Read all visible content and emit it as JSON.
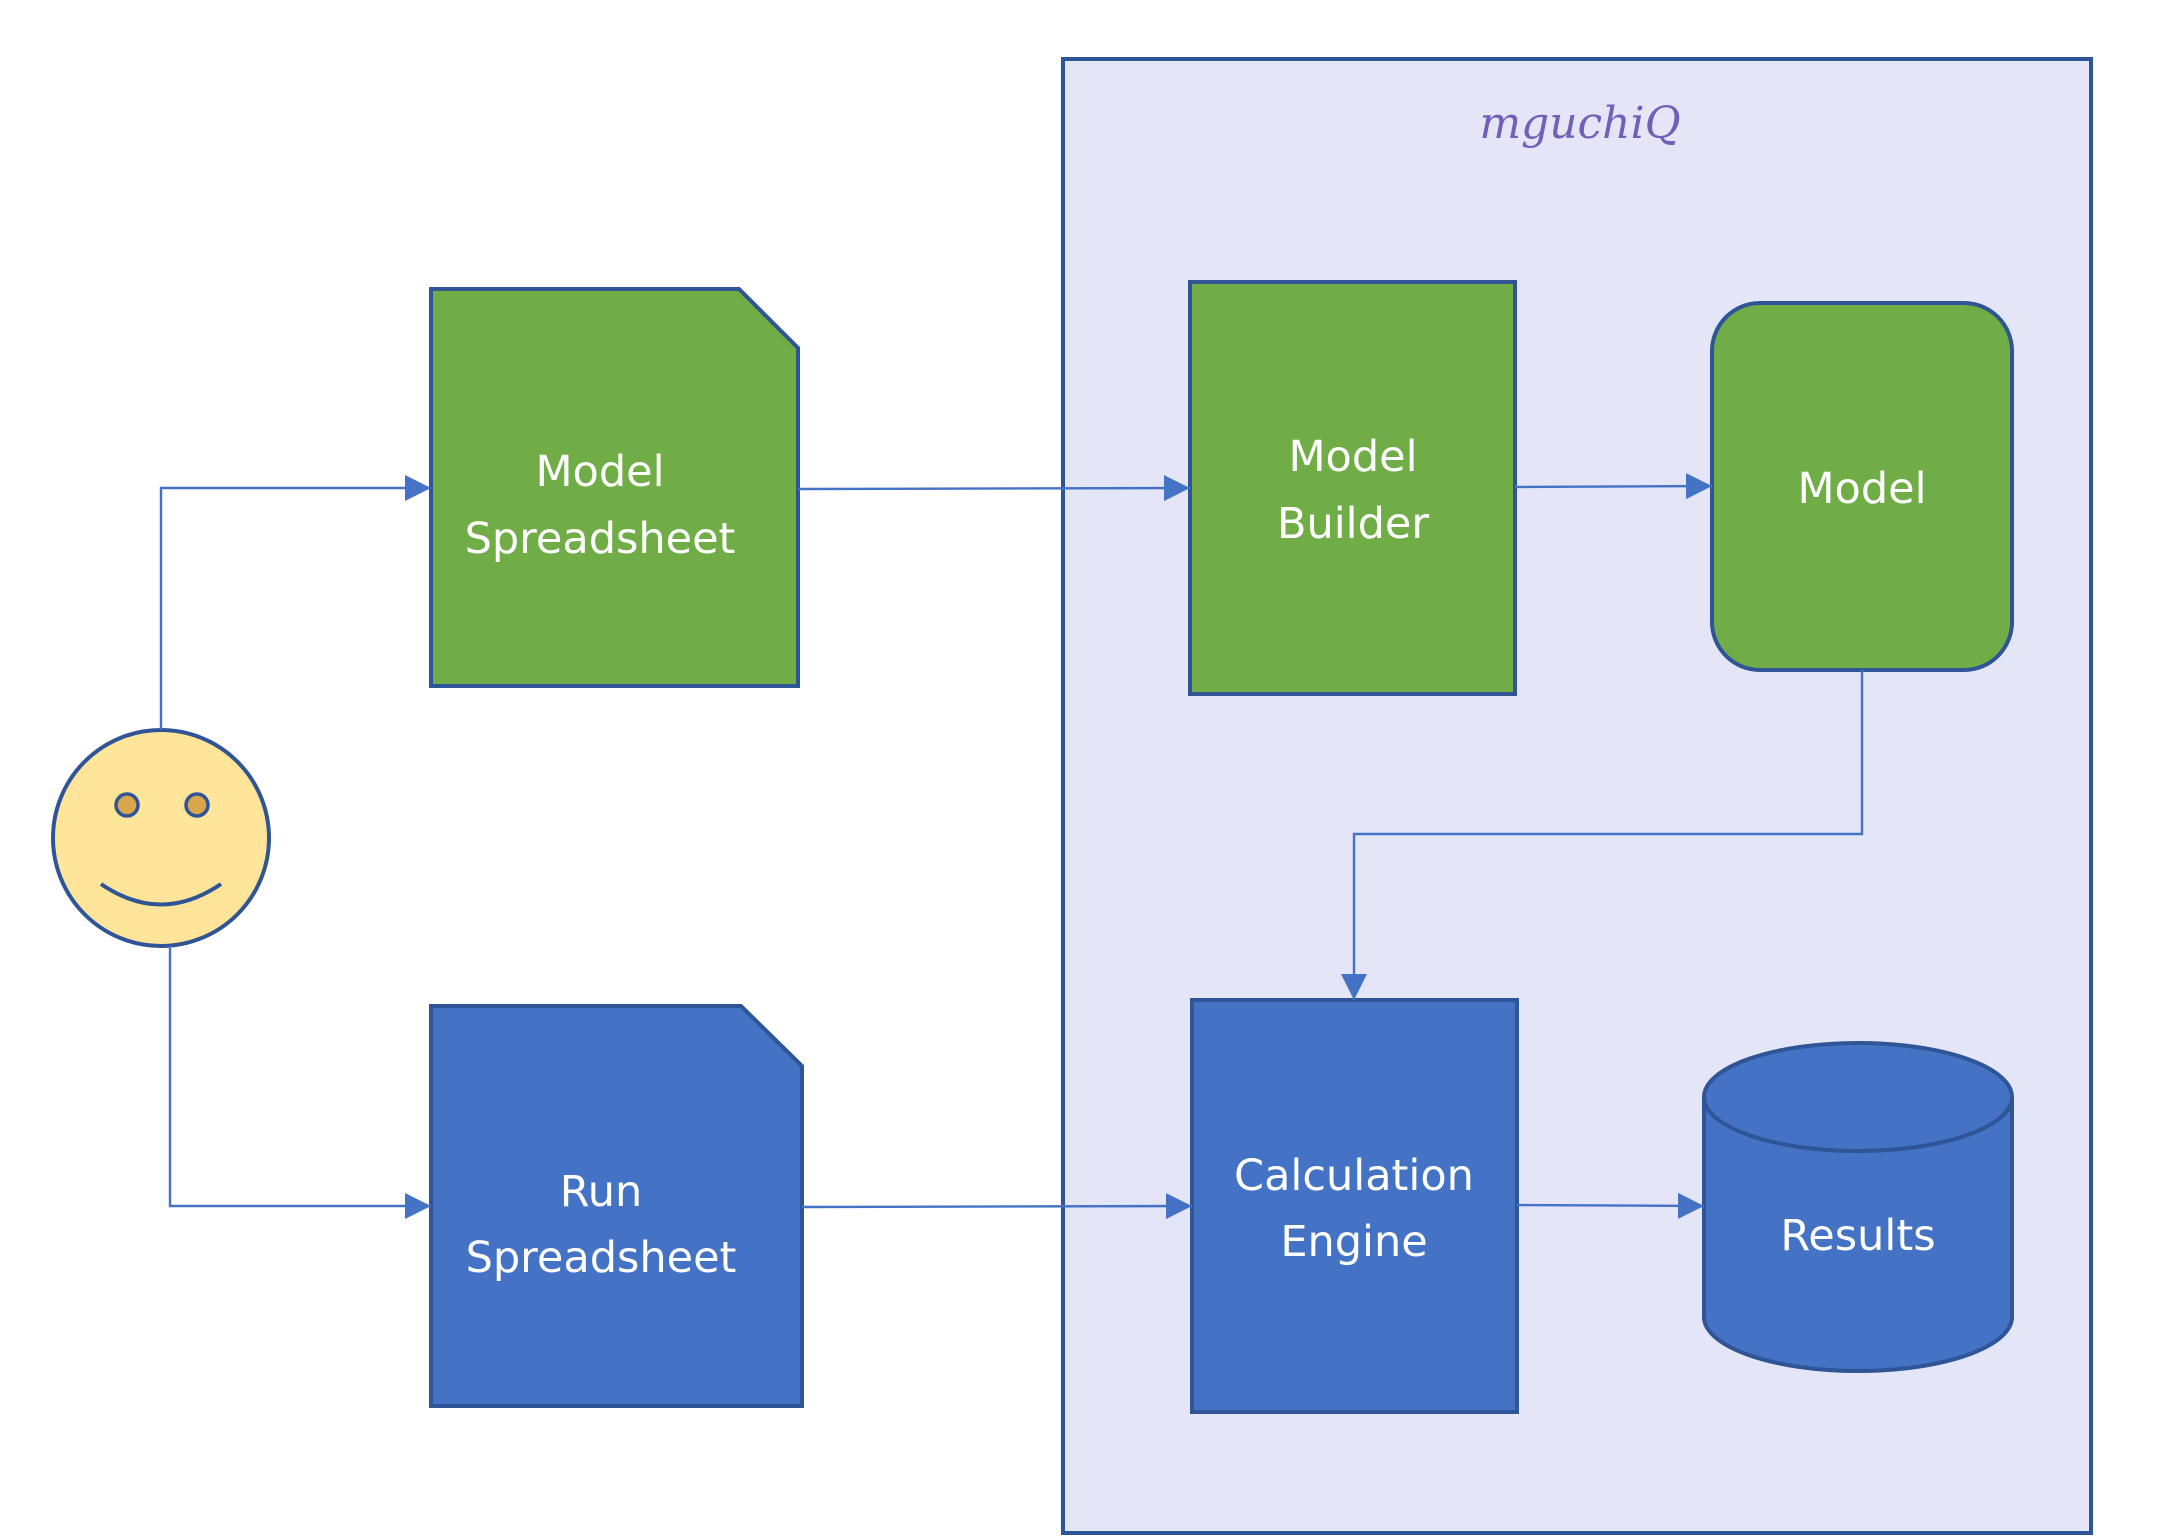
{
  "container": {
    "title": "mguchiQ",
    "fill": "#e4e6f8",
    "stroke": "#2f5597"
  },
  "nodes": {
    "model_spreadsheet": {
      "line1": "Model",
      "line2": "Spreadsheet"
    },
    "run_spreadsheet": {
      "line1": "Run",
      "line2": "Spreadsheet"
    },
    "model_builder": {
      "line1": "Model",
      "line2": "Builder"
    },
    "model": {
      "label": "Model"
    },
    "calculation_engine": {
      "line1": "Calculation",
      "line2": "Engine"
    },
    "results": {
      "label": "Results"
    }
  },
  "user": {
    "icon": "smiley-face-icon",
    "fill": "#ffe599"
  },
  "colors": {
    "green": "#70ad47",
    "blue": "#4472c4",
    "outline": "#2f5597",
    "connector": "#4472c4"
  }
}
